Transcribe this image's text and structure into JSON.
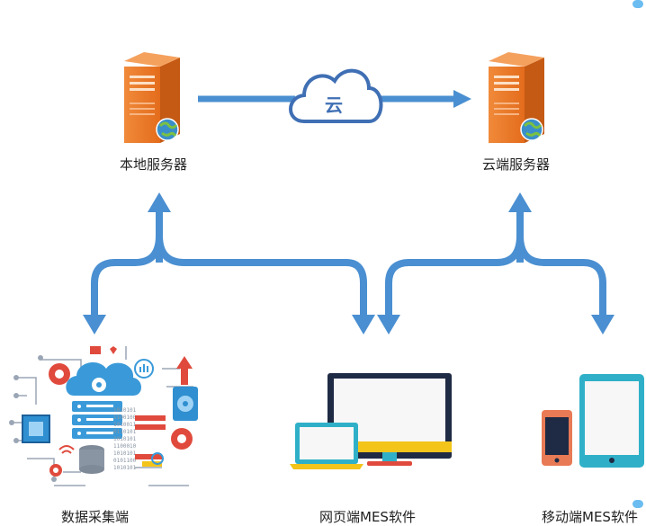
{
  "labels": {
    "local_server": "本地服务器",
    "cloud_server": "云端服务器",
    "data_collection": "数据采集端",
    "web_mes": "网页端MES软件",
    "mobile_mes": "移动端MES软件",
    "cloud_glyph": "云"
  },
  "colors": {
    "arrow_blue": "#4a8fd1",
    "server_orange": "#e8772a",
    "screen_dark": "#1f2a44",
    "laptop_teal": "#2fb0c8",
    "accent_red": "#e04a3c",
    "accent_yellow": "#f3c41a"
  },
  "icons": [
    "server-icon",
    "cloud-icon",
    "monitor-icon",
    "laptop-icon",
    "phone-icon",
    "tablet-icon",
    "data-collection-icon"
  ]
}
